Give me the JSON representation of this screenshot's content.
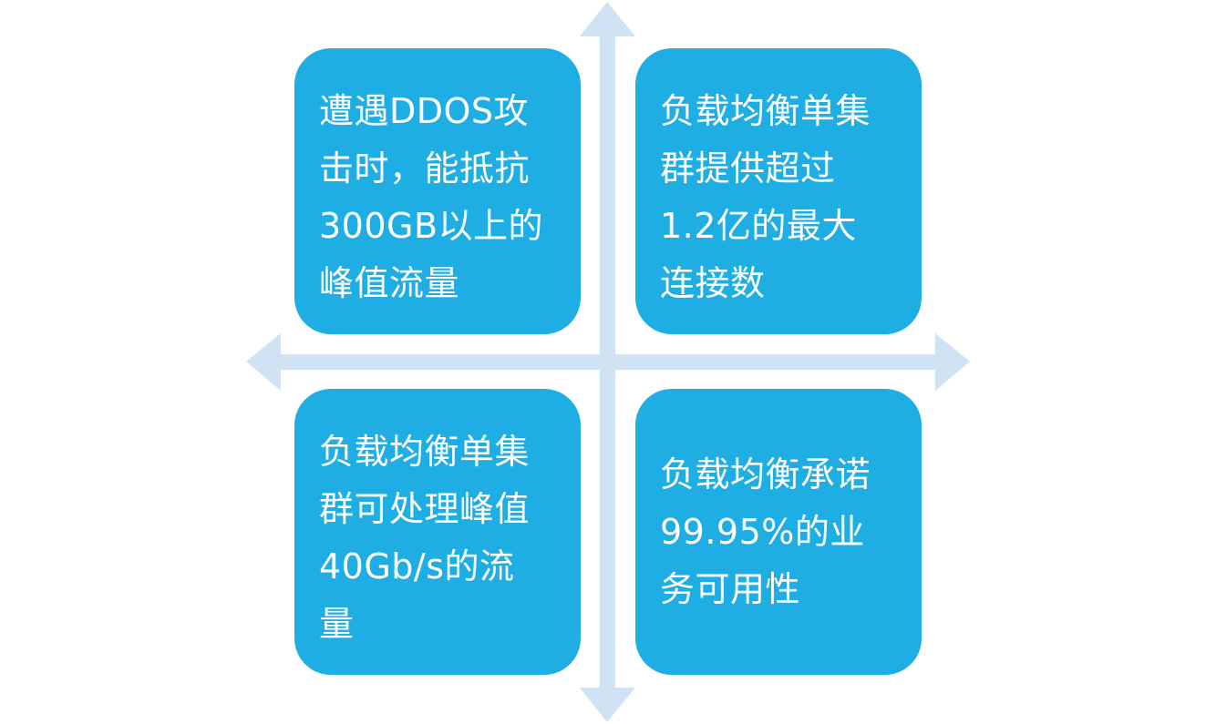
{
  "colors": {
    "box": "#1faee3",
    "box_text": "#ffffff",
    "axis": "#cfe3f5"
  },
  "quadrants": {
    "top_left": {
      "lines": [
        "遭遇DDOS攻",
        "击时，能抵抗",
        "300GB以上的",
        "峰值流量"
      ]
    },
    "top_right": {
      "lines": [
        "负载均衡单集",
        "群提供超过",
        "1.2亿的最大",
        "连接数"
      ]
    },
    "bottom_left": {
      "lines": [
        "负载均衡单集",
        "群可处理峰值",
        "40Gb/s的流",
        "量"
      ]
    },
    "bottom_right": {
      "lines": [
        "负载均衡承诺",
        "99.95%的业",
        "务可用性"
      ]
    }
  }
}
